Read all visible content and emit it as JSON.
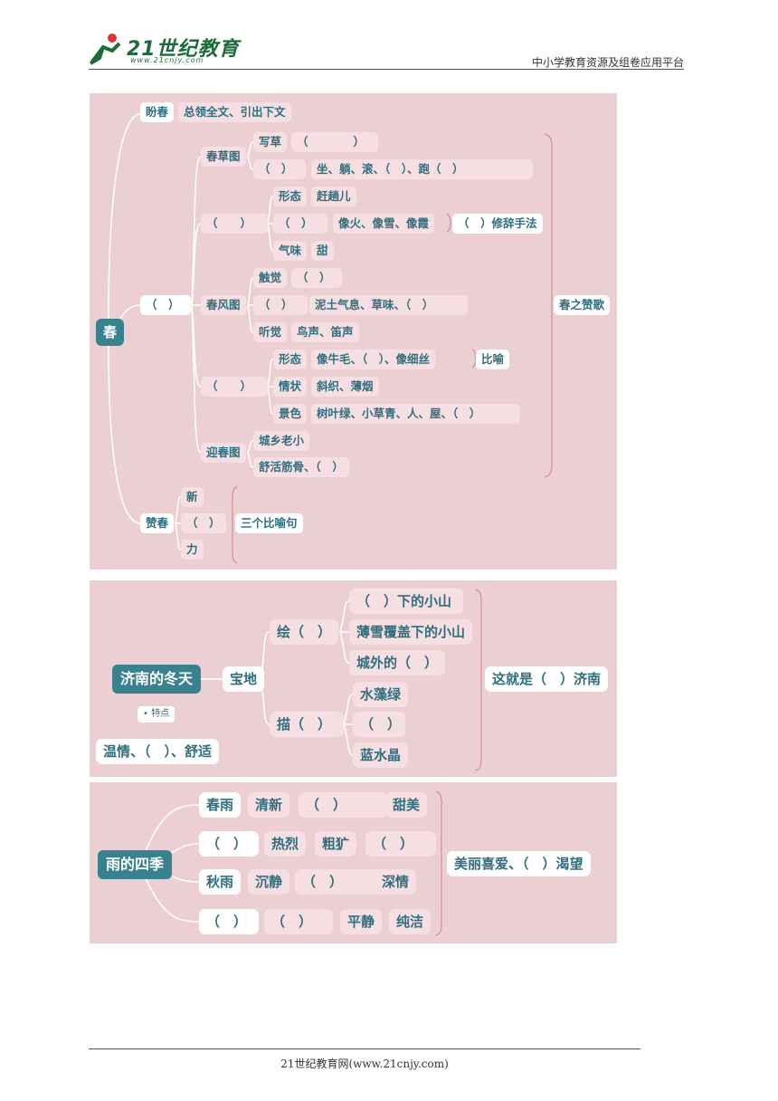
{
  "header": {
    "logo_text": "21世纪教育",
    "logo_sub": "www.21cnjy.com",
    "right_text": "中小学教育资源及组卷应用平台"
  },
  "map1": {
    "root": "春",
    "n_panchun": "盼春",
    "n_panchun_desc": "总领全文、引出下文",
    "n_blank_mid": "（　）",
    "n_chuncaotu": "春草图",
    "n_xiecao": "写草",
    "n_xiecao_blank": "（　　　　）",
    "n_caoact_blank": "（　）",
    "n_caoact": "坐、躺、滚、（　）、跑（　）",
    "n_hua_blank": "（　　）",
    "n_xingtai1": "形态",
    "n_ganqu": "赶趟儿",
    "n_hua_blank2": "（　）",
    "n_xianghuo": "像火、像雪、像霞",
    "n_xiuci": "（　）修辞手法",
    "n_qiwei": "气味",
    "n_tian": "甜",
    "n_chunfengtu": "春风图",
    "n_chujue": "触觉",
    "n_chujue_blank": "（　）",
    "n_feng_blank": "（　）",
    "n_niqi": "泥土气息、草味、（　）",
    "n_tingjue": "听觉",
    "n_niaosheng": "鸟声、笛声",
    "n_yu_blank": "（　　）",
    "n_xingtai2": "形态",
    "n_niumao": "像牛毛、（　）、像细丝",
    "n_biyu": "比喻",
    "n_qingzhuang": "情状",
    "n_xiezhi": "斜织、薄烟",
    "n_jingse": "景色",
    "n_shuye": "树叶绿、小草青、人、屋、（　）",
    "n_yingchuntu": "迎春图",
    "n_chengxiang": "城乡老小",
    "n_shuhuo": "舒活筋骨、（　）",
    "n_zanchun": "赞春",
    "n_xin": "新",
    "n_zan_blank": "（　）",
    "n_li": "力",
    "n_sange": "三个比喻句",
    "n_zange": "春之赞歌"
  },
  "map2": {
    "root": "济南的冬天",
    "tag": "• 特点",
    "n_wenqing": "温情、（　）、舒适",
    "n_baodi": "宝地",
    "n_hui": "绘（　）",
    "n_miao": "描（　）",
    "n_xiamian": "（　）下的小山",
    "n_boxue": "薄雪覆盖下的小山",
    "n_chengwai": "城外的（　）",
    "n_shuizao": "水藻绿",
    "n_blank": "（　）",
    "n_lanshui": "蓝水晶",
    "n_zhejiu": "这就是（　）济南"
  },
  "map3": {
    "root": "雨的四季",
    "r1": [
      "春雨",
      "清新",
      "（　）",
      "甜美"
    ],
    "r2": [
      "（　）",
      "热烈",
      "粗犷",
      "（　）"
    ],
    "r3": [
      "秋雨",
      "沉静",
      "（　）",
      "深情"
    ],
    "r4": [
      "（　）",
      "（　）",
      "平静",
      "纯洁"
    ],
    "summary": "美丽喜爱、（　）渴望"
  },
  "footer": {
    "text": "21世纪教育网(www.21cnjy.com)"
  }
}
